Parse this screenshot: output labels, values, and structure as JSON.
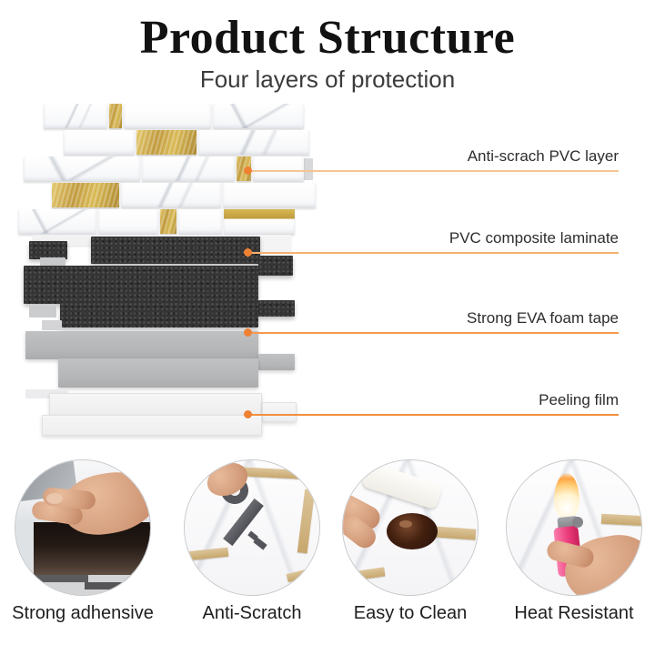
{
  "header": {
    "title": "Product Structure",
    "subtitle": "Four layers of protection"
  },
  "structure_diagram": {
    "layers": [
      {
        "name": "anti-scratch-pvc-layer",
        "label": "Anti-scrach PVC layer"
      },
      {
        "name": "pvc-composite-laminate",
        "label": "PVC composite laminate"
      },
      {
        "name": "eva-foam-tape",
        "label": "Strong EVA foam tape"
      },
      {
        "name": "peeling-film",
        "label": "Peeling film"
      }
    ],
    "pointer_dot_color": "#EF8133",
    "pointer_line_colors": [
      "#F6C493",
      "#F5B06F",
      "#F49A52",
      "#F28F3D"
    ]
  },
  "features": [
    {
      "caption": "Strong adhensive",
      "photo": "hand-pressing-panel-photo"
    },
    {
      "caption": "Anti-Scratch",
      "photo": "key-scratch-test-photo"
    },
    {
      "caption": "Easy to Clean",
      "photo": "wiping-stain-photo"
    },
    {
      "caption": "Heat Resistant",
      "photo": "lighter-flame-test-photo"
    }
  ],
  "palette": {
    "background": "#FFFFFF",
    "title_text": "#121212",
    "subtitle_text": "#3B3B3B",
    "label_text": "#2D2D2D",
    "caption_text": "#1E1E1E",
    "marble_white": "#FCFCFD",
    "gold_accent": "#C9A24B",
    "foam_dark": "#353536",
    "backing_gray": "#B9BABC",
    "film_white": "#F2F2F4"
  }
}
